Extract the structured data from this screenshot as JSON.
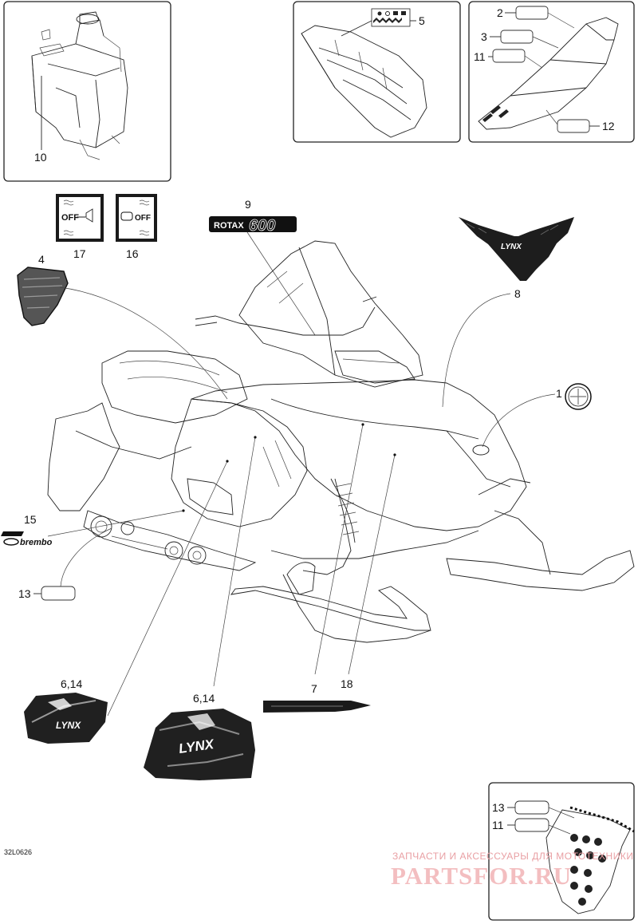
{
  "diagram": {
    "code": "32L0626",
    "callouts": {
      "c1": "1",
      "c2": "2",
      "c3": "3",
      "c4": "4",
      "c5": "5",
      "c6a": "6,14",
      "c6b": "6,14",
      "c7": "7",
      "c8": "8",
      "c9": "9",
      "c10": "10",
      "c11a": "11",
      "c11b": "11",
      "c12": "12",
      "c13a": "13",
      "c13b": "13",
      "c15": "15",
      "c16": "16",
      "c17": "17",
      "c18": "18"
    },
    "decals": {
      "rotax_word": "ROTAX",
      "rotax_model": "600",
      "lynx_a": "LYNX",
      "lynx_b": "LYNX",
      "lynx_c": "LYNX",
      "brembo": "brembo",
      "off_left": "OFF",
      "off_right": "OFF"
    },
    "watermark": {
      "line1": "ЗАПЧАСТИ И АКСЕССУАРЫ ДЛЯ МОТОТЕХНИКИ",
      "line2": "PARTSFOR.RU"
    }
  }
}
